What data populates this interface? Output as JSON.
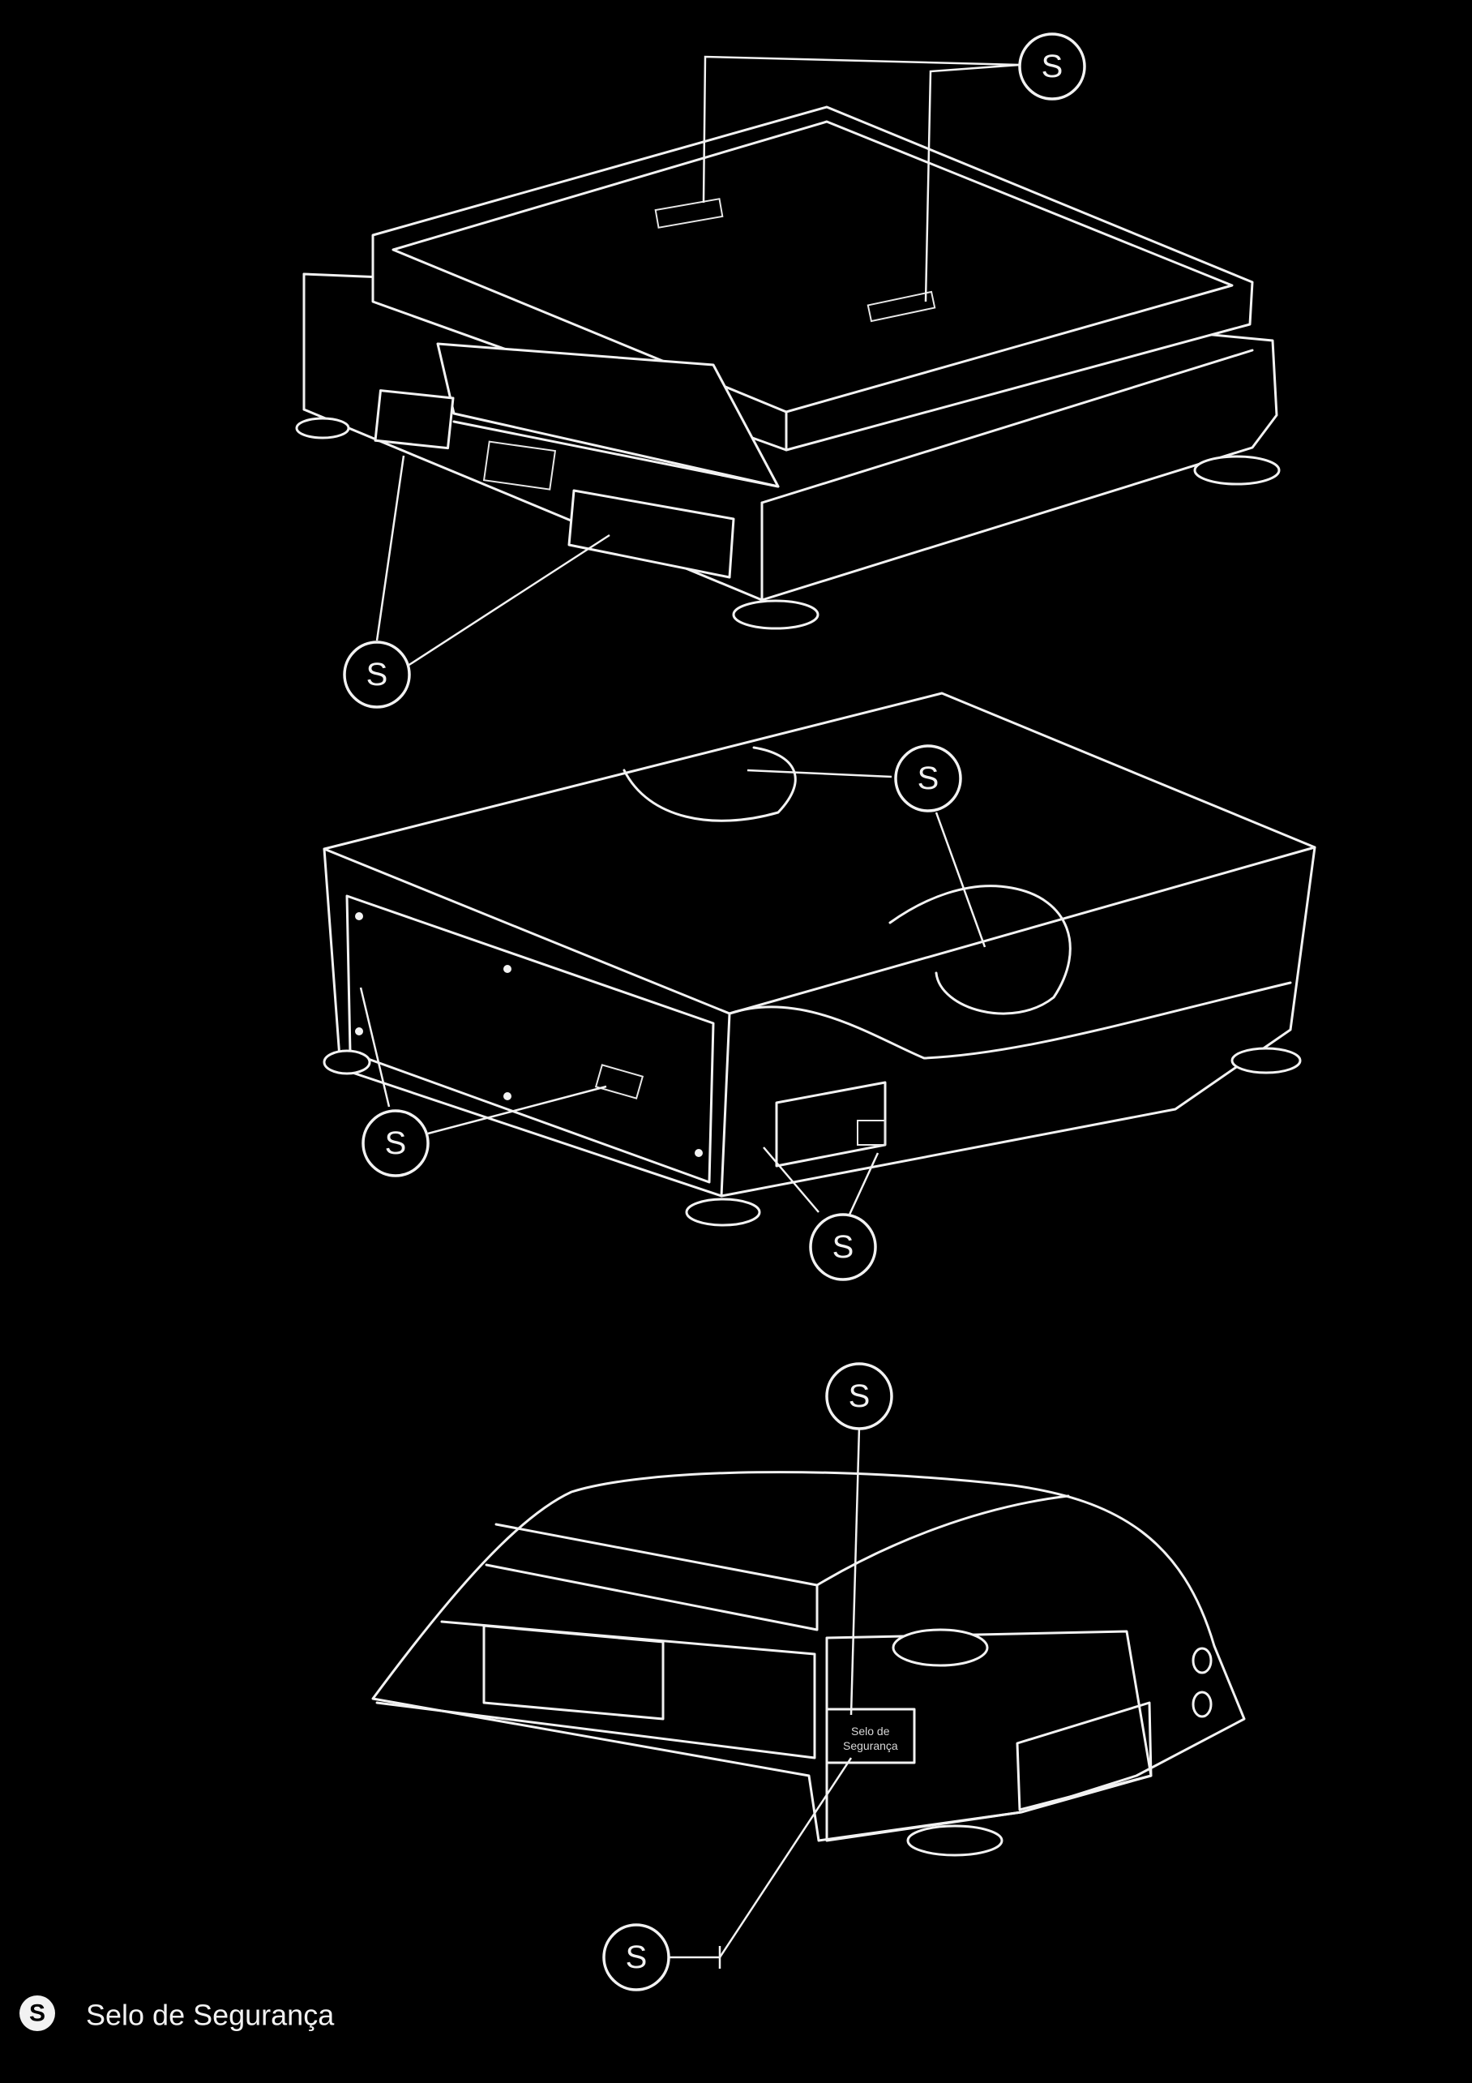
{
  "callout_label": "S",
  "legend": {
    "badge": "S",
    "text": "Selo de Segurança"
  },
  "labels": {
    "seal_plate_line1": "Selo de",
    "seal_plate_line2": "Segurança"
  },
  "colors": {
    "background": "#000000",
    "line": "#f2f2f2"
  }
}
